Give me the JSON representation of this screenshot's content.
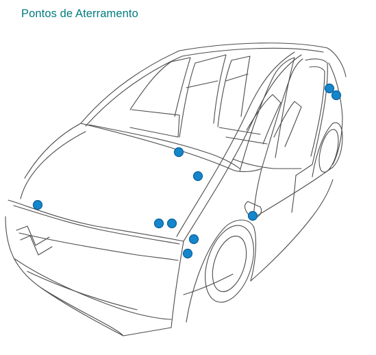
{
  "title": "Pontos de Aterramento",
  "colors": {
    "title": "#007b7f",
    "outline": "#4a4a4a",
    "point_fill": "#1486cc",
    "point_stroke": "#0a5f97"
  },
  "grounding_points": [
    {
      "id": 1
    },
    {
      "id": 2
    },
    {
      "id": 3
    },
    {
      "id": 4
    },
    {
      "id": 5
    },
    {
      "id": 6
    },
    {
      "id": 7
    },
    {
      "id": 8
    },
    {
      "id": 9
    },
    {
      "id": 10
    },
    {
      "id": 11
    }
  ]
}
